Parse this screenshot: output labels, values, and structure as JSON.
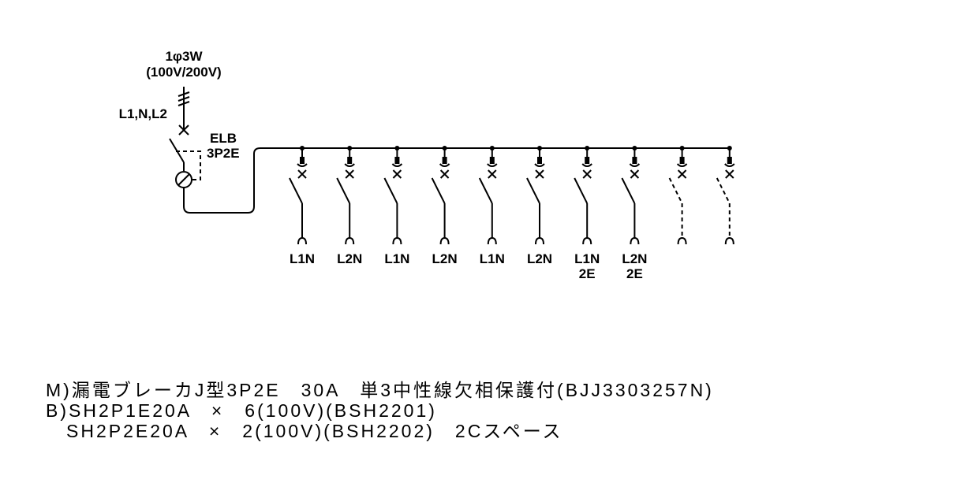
{
  "supply": {
    "phase": "1φ3W",
    "voltage": "(100V/200V)",
    "lines": "L1,N,L2"
  },
  "main_breaker": {
    "name": "ELB",
    "type": "3P2E"
  },
  "branches": [
    {
      "label1": "L1N",
      "label2": "",
      "spare": false
    },
    {
      "label1": "L2N",
      "label2": "",
      "spare": false
    },
    {
      "label1": "L1N",
      "label2": "",
      "spare": false
    },
    {
      "label1": "L2N",
      "label2": "",
      "spare": false
    },
    {
      "label1": "L1N",
      "label2": "",
      "spare": false
    },
    {
      "label1": "L2N",
      "label2": "",
      "spare": false
    },
    {
      "label1": "L1N",
      "label2": "2E",
      "spare": false
    },
    {
      "label1": "L2N",
      "label2": "2E",
      "spare": false
    },
    {
      "label1": "",
      "label2": "",
      "spare": true
    },
    {
      "label1": "",
      "label2": "",
      "spare": true
    }
  ],
  "spec_lines": [
    "M)漏電ブレーカJ型3P2E　30A　単3中性線欠相保護付(BJJ3303257N)",
    "B)SH2P1E20A　×　6(100V)(BSH2201)",
    "　SH2P2E20A　×　2(100V)(BSH2202)　2Cスペース"
  ]
}
